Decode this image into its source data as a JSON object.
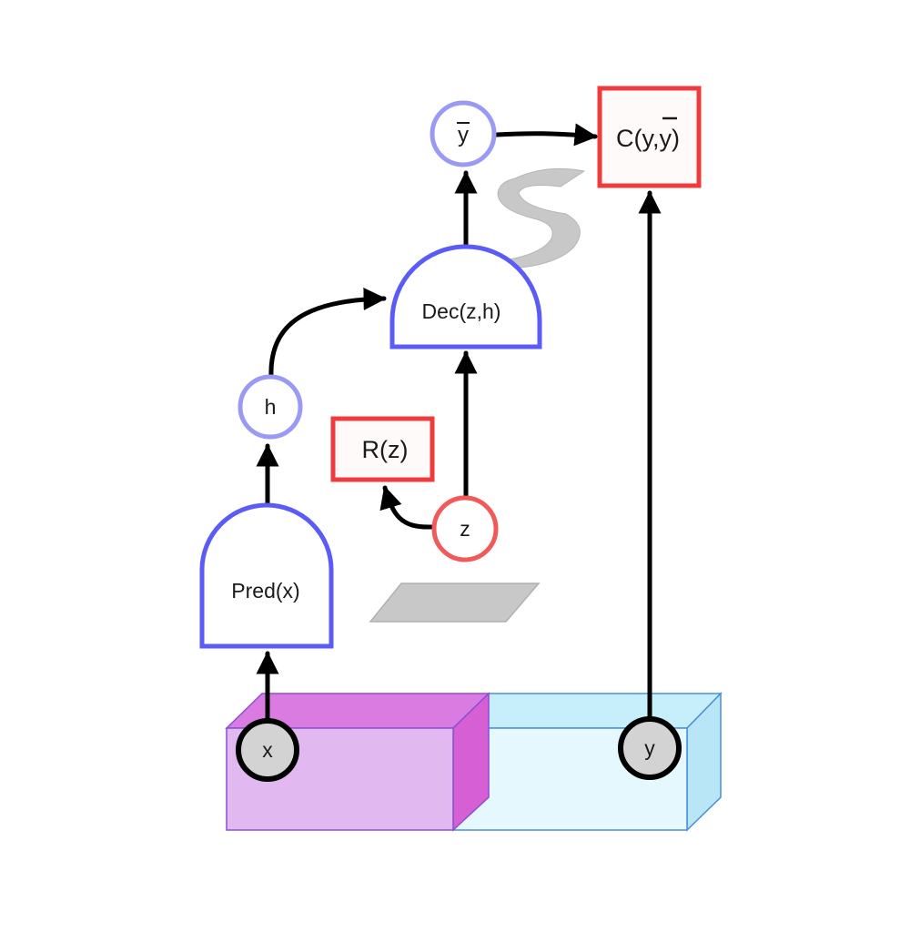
{
  "nodes": {
    "x": "x",
    "y": "y",
    "h": "h",
    "z": "z",
    "ybar": "y",
    "pred": "Pred(x)",
    "dec": "Dec(z,h)",
    "regularizer": "R(z)",
    "cost": {
      "prefix": "C(y,",
      "overlined": "y",
      "suffix": ")"
    }
  },
  "colors": {
    "module_border": "#5b5bf7",
    "module_fill": "#ffffff",
    "latent_border": "#f25a5a",
    "cost_border": "#ef3b3b",
    "cost_fill": "#fffafa",
    "observed_fill": "#d3d3d3",
    "hidden_border": "#9a9af5",
    "x_block_front": "#e2b8f0",
    "x_block_top": "#d97be0",
    "y_block_front": "#e5f8fd",
    "y_block_top": "#c6eefb",
    "decor_gray": "#c8c8c8"
  }
}
